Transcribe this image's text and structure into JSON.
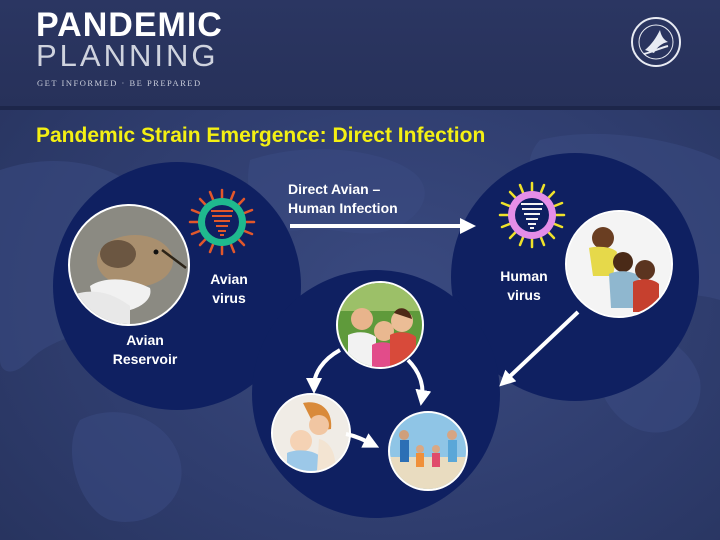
{
  "header": {
    "logo_line1": "PANDEMIC",
    "logo_line2": "PLANNING",
    "tagline": "GET INFORMED · BE PREPARED",
    "seal_icon": "hhs-seal-icon"
  },
  "slide": {
    "title": "Pandemic Strain Emergence: Direct Infection",
    "left_circle": {
      "virus_label_line1": "Avian",
      "virus_label_line2": "virus",
      "reservoir_label_line1": "Avian",
      "reservoir_label_line2": "Reservoir",
      "virus_color": "#1fb98e",
      "spike_color": "#e2572b"
    },
    "transmission": {
      "label_line1": "Direct Avian –",
      "label_line2": "Human Infection"
    },
    "right_circle": {
      "virus_label_line1": "Human",
      "virus_label_line2": "virus",
      "virus_color": "#e58ee8",
      "spike_color": "#efe22a"
    }
  },
  "colors": {
    "title_yellow": "#f4f013",
    "circle_navy": "#0f2061",
    "background_blue": "#2f3d6e"
  }
}
